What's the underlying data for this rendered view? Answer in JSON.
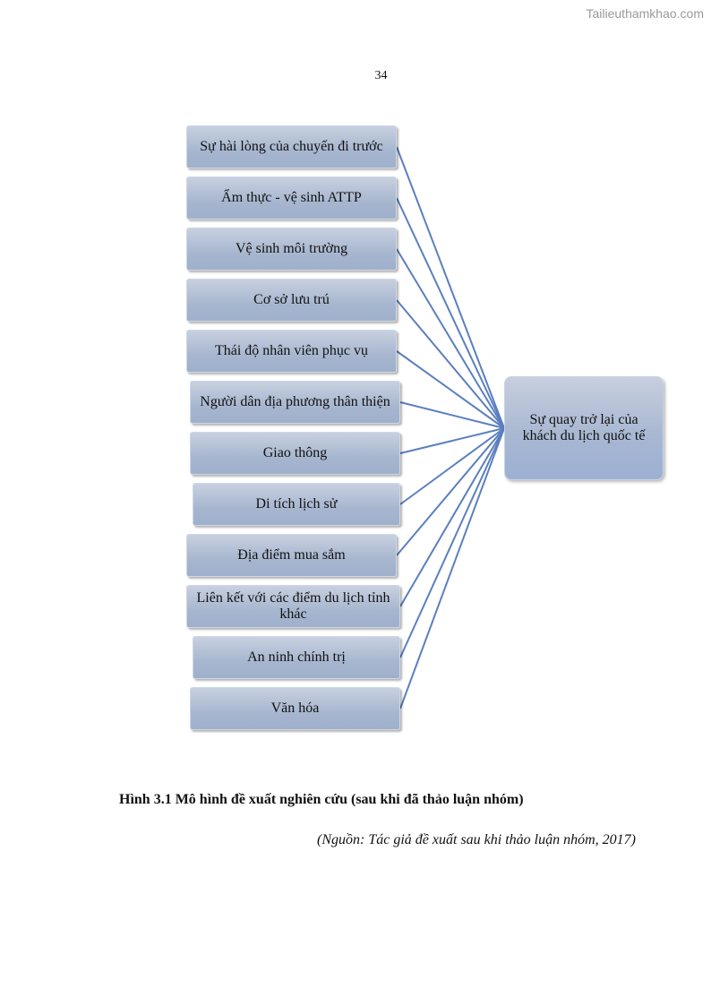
{
  "watermark": "Tailieuthamkhao.com",
  "page_number": "34",
  "diagram": {
    "factors": [
      "Sự hài lòng của chuyến đi trước",
      "Ẩm thực - vệ sinh ATTP",
      "Vệ sinh môi trường",
      "Cơ sở lưu trú",
      "Thái độ nhân viên phục vụ",
      "Người dân địa phương thân thiện",
      "Giao thông",
      "Di tích lịch sử",
      "Địa điểm mua sắm",
      "Liên kết với các điểm du lịch tỉnh khác",
      "An ninh chính trị",
      "Văn hóa"
    ],
    "target": "Sự quay trở lại của khách du lịch quốc tế",
    "colors": {
      "connector": "#5b7fbf",
      "box": "#a7b6cf"
    }
  },
  "caption": "Hình 3.1 Mô hình đề xuất nghiên cứu (sau khi đã thảo luận nhóm)",
  "source": "(Nguồn: Tác giả đề xuất sau khi thảo luận nhóm, 2017)"
}
